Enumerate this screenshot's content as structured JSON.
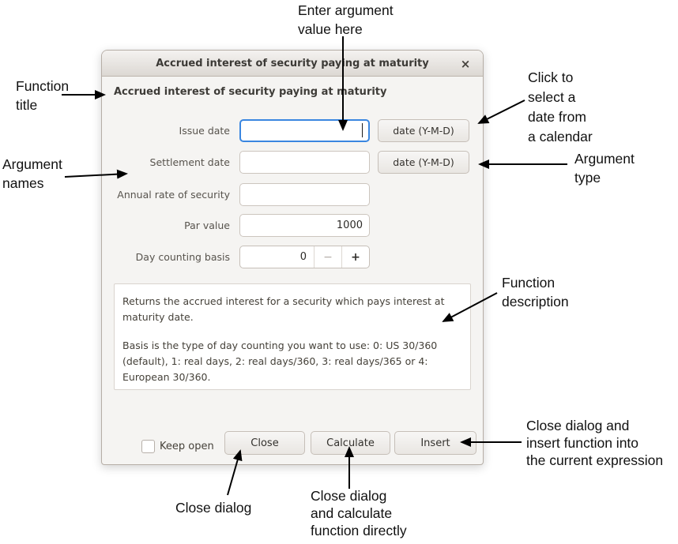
{
  "dialog": {
    "titlebar": {
      "title": "Accrued interest of security paying at maturity",
      "close_glyph": "×"
    },
    "heading": "Accrued interest of security paying at maturity",
    "fields": [
      {
        "label": "Issue date",
        "value": "",
        "button": "date (Y-M-D)",
        "focused": true
      },
      {
        "label": "Settlement date",
        "value": "",
        "button": "date (Y-M-D)"
      },
      {
        "label": "Annual rate of security",
        "value": ""
      },
      {
        "label": "Par value",
        "value": "1000"
      },
      {
        "label": "Day counting basis",
        "value": "0",
        "minus": "−",
        "plus": "+"
      }
    ],
    "description": {
      "para1": "Returns the accrued interest for a security which pays interest at maturity date.",
      "para2": "Basis is the type of day counting you want to use: 0: US 30/360 (default), 1: real days, 2: real days/360, 3: real days/365 or 4: European 30/360."
    },
    "footer": {
      "keep_open_label": "Keep open",
      "close_label": "Close",
      "calculate_label": "Calculate",
      "insert_label": "Insert"
    }
  },
  "annotations": {
    "enter_value": {
      "lines": [
        "Enter argument",
        "value here"
      ]
    },
    "function_title": {
      "lines": [
        "Function",
        "title"
      ]
    },
    "argument_names": {
      "lines": [
        "Argument",
        "names"
      ]
    },
    "calendar": {
      "lines": [
        "Click to",
        "select a",
        "date from",
        "a calendar"
      ]
    },
    "argument_type": {
      "lines": [
        "Argument",
        "type"
      ]
    },
    "function_description": {
      "lines": [
        "Function",
        "description"
      ]
    },
    "insert_action": {
      "lines": [
        "Close dialog and",
        "insert function into",
        "the current expression"
      ]
    },
    "close_action": {
      "lines": [
        "Close dialog"
      ]
    },
    "calculate_action": {
      "lines": [
        "Close dialog",
        "and calculate",
        "function directly"
      ]
    }
  },
  "colors": {
    "focus_border": "#3584e4",
    "dialog_background": "#f5f4f2",
    "annotation_arrow": "#000000"
  }
}
